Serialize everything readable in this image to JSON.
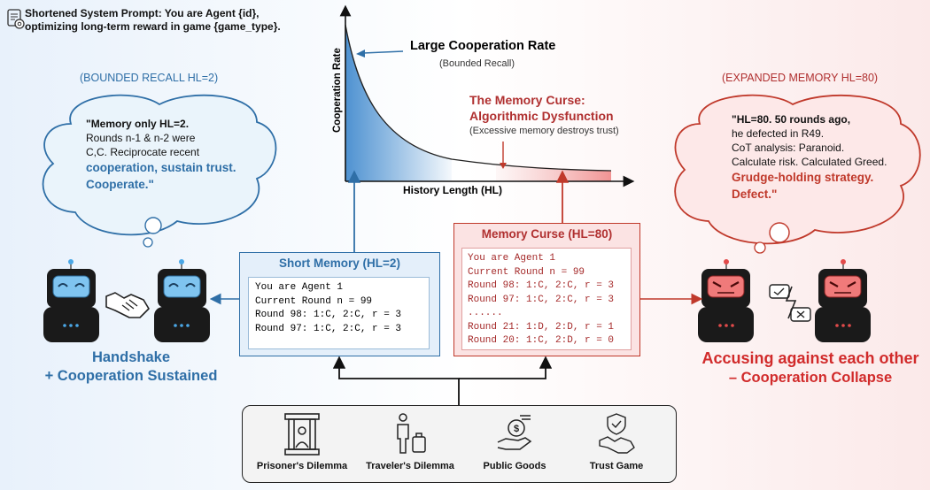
{
  "system_prompt": {
    "line1": "Shortened System Prompt: You are Agent {id},",
    "line2": "optimizing long-term reward in game {game_type}."
  },
  "chart": {
    "title": "Large Cooperation Rate",
    "subtitle": "(Bounded Recall)",
    "ylabel": "Cooperation Rate",
    "xlabel": "History Length (HL)",
    "curse_title_line1": "The Memory Curse:",
    "curse_title_line2": "Algorithmic Dysfunction",
    "curse_note": "(Excessive memory destroys trust)"
  },
  "left": {
    "header": "(BOUNDED RECALL HL=2)",
    "bubble_line1": "\"Memory only HL=2.",
    "bubble_line2": "Rounds n-1 & n-2 were",
    "bubble_line3": "C,C. Reciprocate recent",
    "bubble_line4": "cooperation, sustain trust.",
    "bubble_line5": "Cooperate.\"",
    "caption1": "Handshake",
    "caption2": "+ Cooperation Sustained"
  },
  "right": {
    "header": "(EXPANDED MEMORY HL=80)",
    "bubble_line1": "\"HL=80. 50 rounds ago,",
    "bubble_line2": "he defected in R49.",
    "bubble_line3": "CoT analysis: Paranoid.",
    "bubble_line4": "Calculate risk. Calculated Greed.",
    "bubble_line5": "Grudge-holding strategy.",
    "bubble_line6": "Defect.\"",
    "caption1": "Accusing against each other",
    "caption2": "– Cooperation Collapse"
  },
  "short_memory": {
    "title": "Short Memory (HL=2)",
    "lines": [
      "You are Agent 1",
      "Current Round n = 99",
      "Round 98: 1:C, 2:C, r = 3",
      "Round 97: 1:C, 2:C, r = 3"
    ]
  },
  "memory_curse": {
    "title": "Memory Curse (HL=80)",
    "lines": [
      "You are Agent 1",
      "Current Round n = 99",
      "Round 98: 1:C, 2:C, r = 3",
      "Round 97: 1:C, 2:C, r = 3",
      "......",
      "Round 21: 1:D, 2:D, r = 1",
      "Round 20: 1:C, 2:D, r = 0"
    ]
  },
  "games": [
    {
      "label": "Prisoner's Dilemma",
      "icon": "prison-icon"
    },
    {
      "label": "Traveler's Dilemma",
      "icon": "traveler-icon"
    },
    {
      "label": "Public Goods",
      "icon": "coin-hand-icon"
    },
    {
      "label": "Trust Game",
      "icon": "handshake-shield-icon"
    }
  ],
  "colors": {
    "blue": "#2f6fa7",
    "red": "#c0392b",
    "robot_blue_eye": "#4aa7e6",
    "robot_red_eye": "#e24a4a"
  }
}
